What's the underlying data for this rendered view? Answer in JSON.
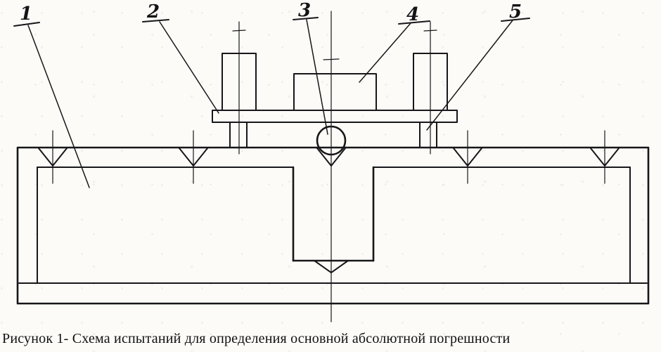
{
  "diagram": {
    "callouts": {
      "c1": "1",
      "c2": "2",
      "c3": "3",
      "c4": "4",
      "c5": "5"
    },
    "caption": "Рисунок 1- Схема испытаний для определения основной абсолютной погрешности"
  }
}
